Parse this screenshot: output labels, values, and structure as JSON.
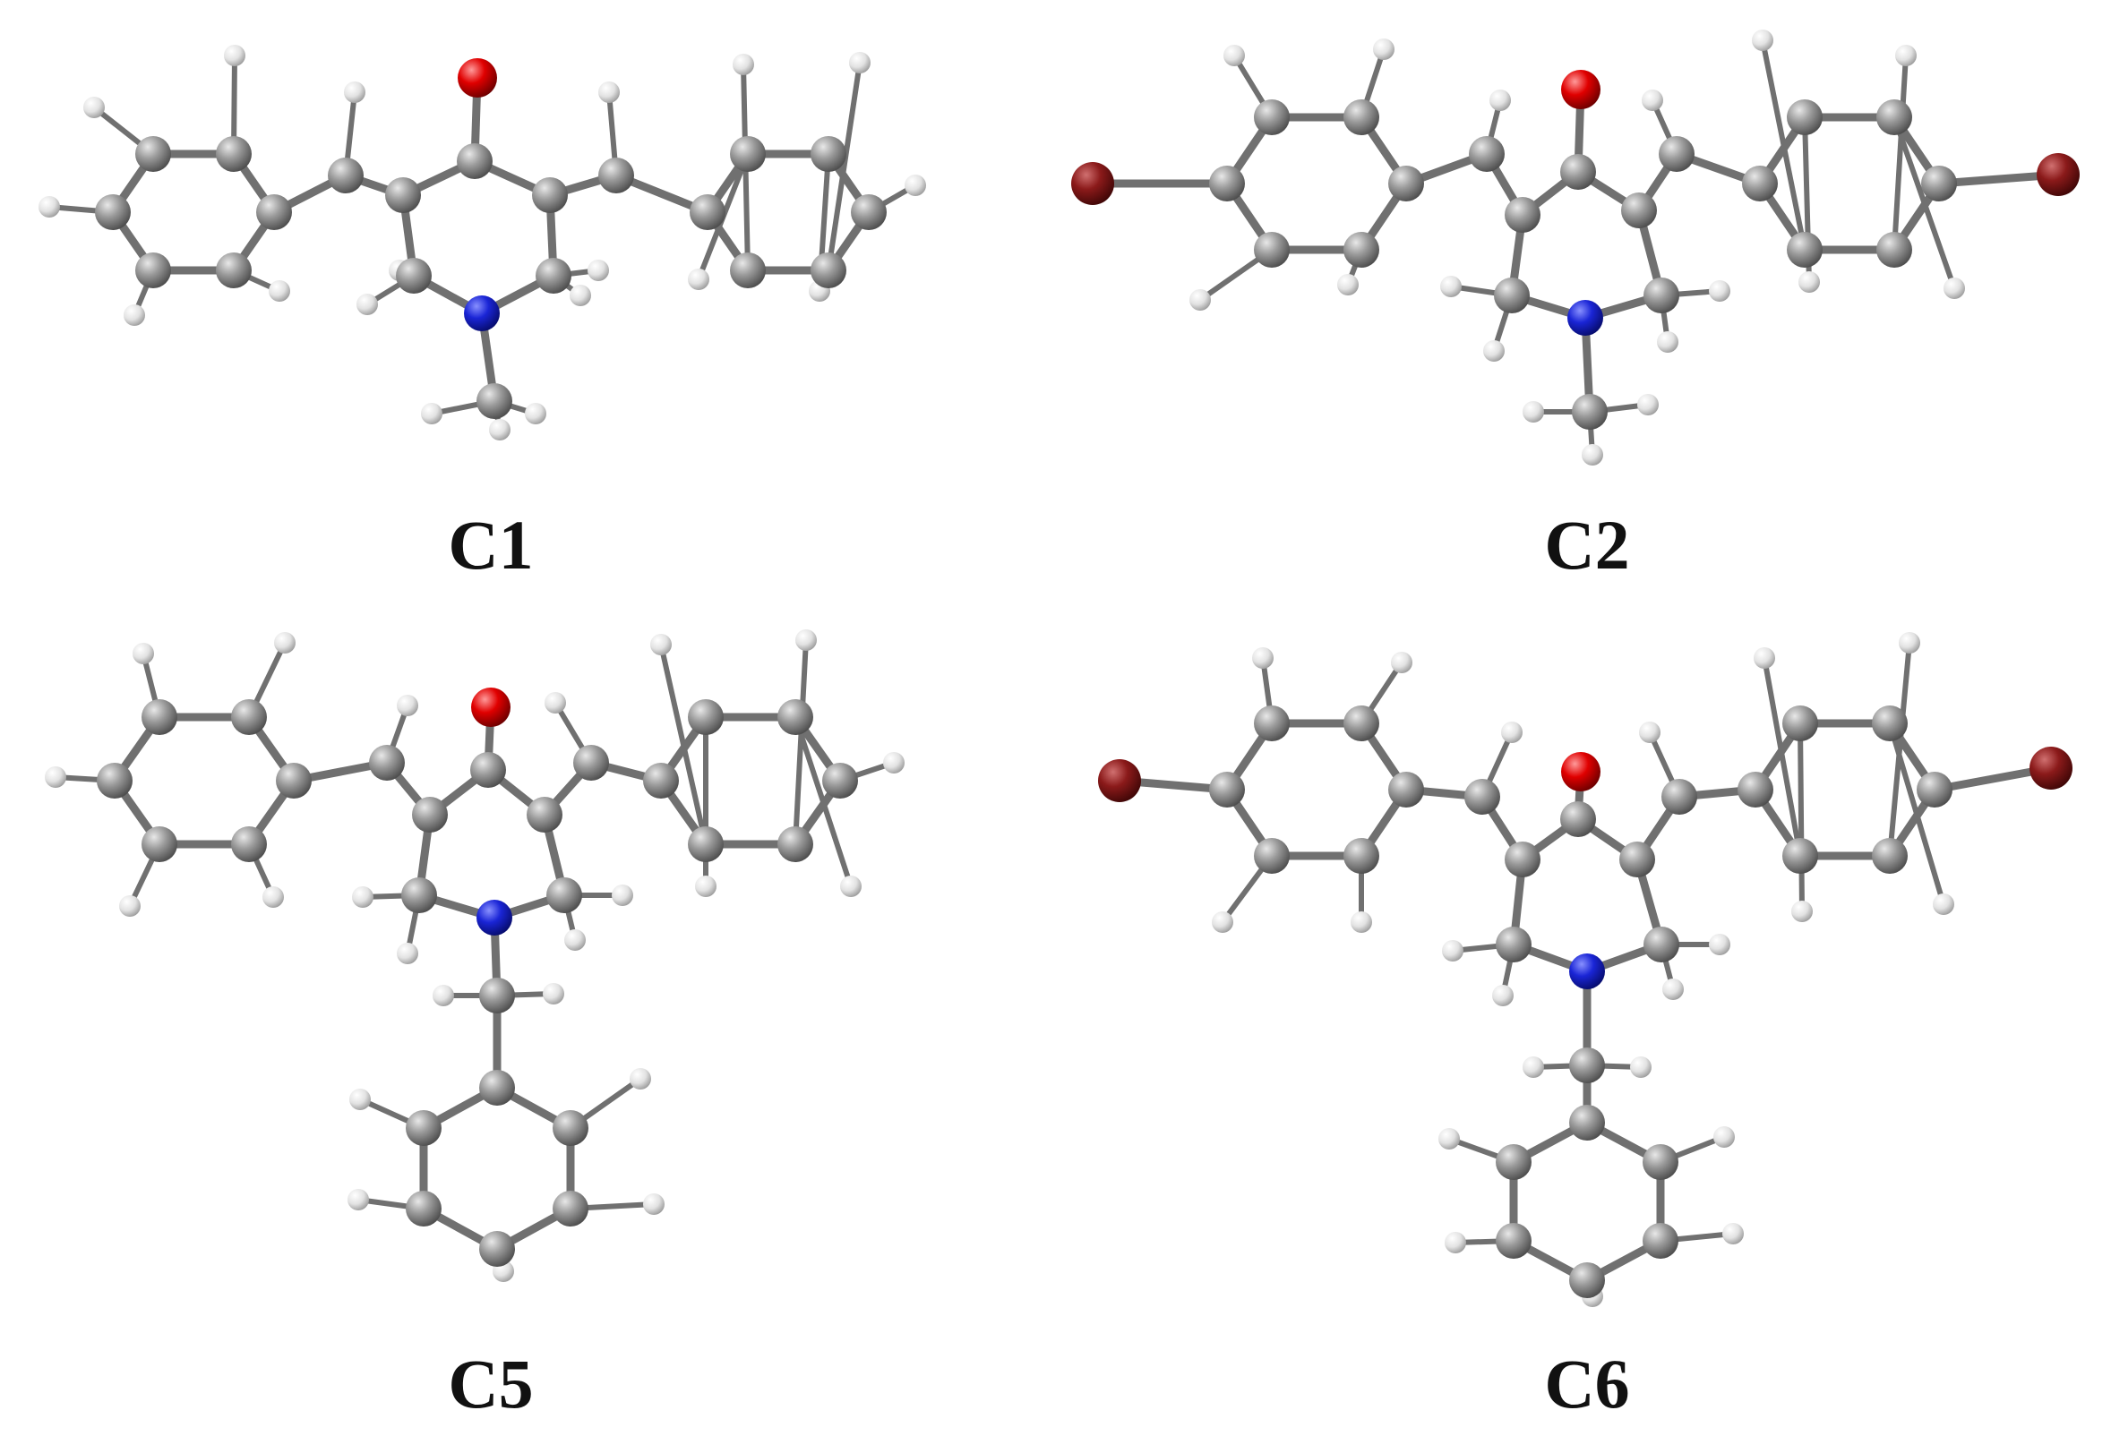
{
  "panels": [
    {
      "label": "C1"
    },
    {
      "label": "C2"
    },
    {
      "label": "C5"
    },
    {
      "label": "C6"
    }
  ],
  "colors": {
    "carbon": "#8a8a8a",
    "hydrogen": "#e6e6e6",
    "nitrogen": "#1a25d6",
    "oxygen": "#e00000",
    "bromine": "#8b1a1a",
    "bond": "#707070"
  },
  "icons": {
    "molecule": "ball-and-stick-model-icon"
  }
}
